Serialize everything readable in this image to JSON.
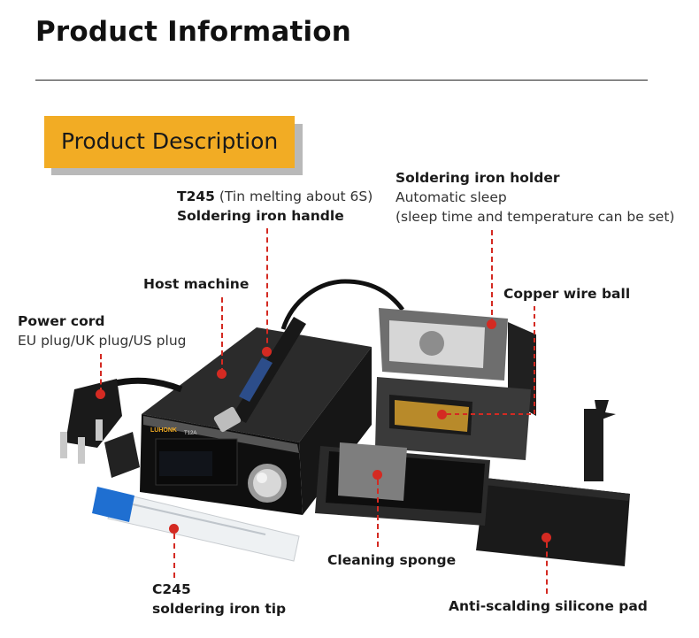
{
  "header": {
    "title": "Product Information",
    "section": "Product Description"
  },
  "callouts": {
    "handle_model": "T245",
    "handle_note": "(Tin melting about 6S)",
    "handle_name": "Soldering iron handle",
    "holder_title": "Soldering iron holder",
    "holder_line1": "Automatic sleep",
    "holder_line2": "(sleep time and temperature can be set)",
    "host": "Host machine",
    "copper": "Copper wire ball",
    "power_title": "Power cord",
    "power_plugs": "EU plug/UK plug/US plug",
    "sponge": "Cleaning sponge",
    "tip_model": "C245",
    "tip_name": "soldering iron tip",
    "pad": "Anti-scalding silicone pad"
  },
  "device": {
    "brand": "LUHONK",
    "model": "T12A"
  },
  "colors": {
    "banner": "#f2ac24",
    "marker": "#d42a22"
  }
}
